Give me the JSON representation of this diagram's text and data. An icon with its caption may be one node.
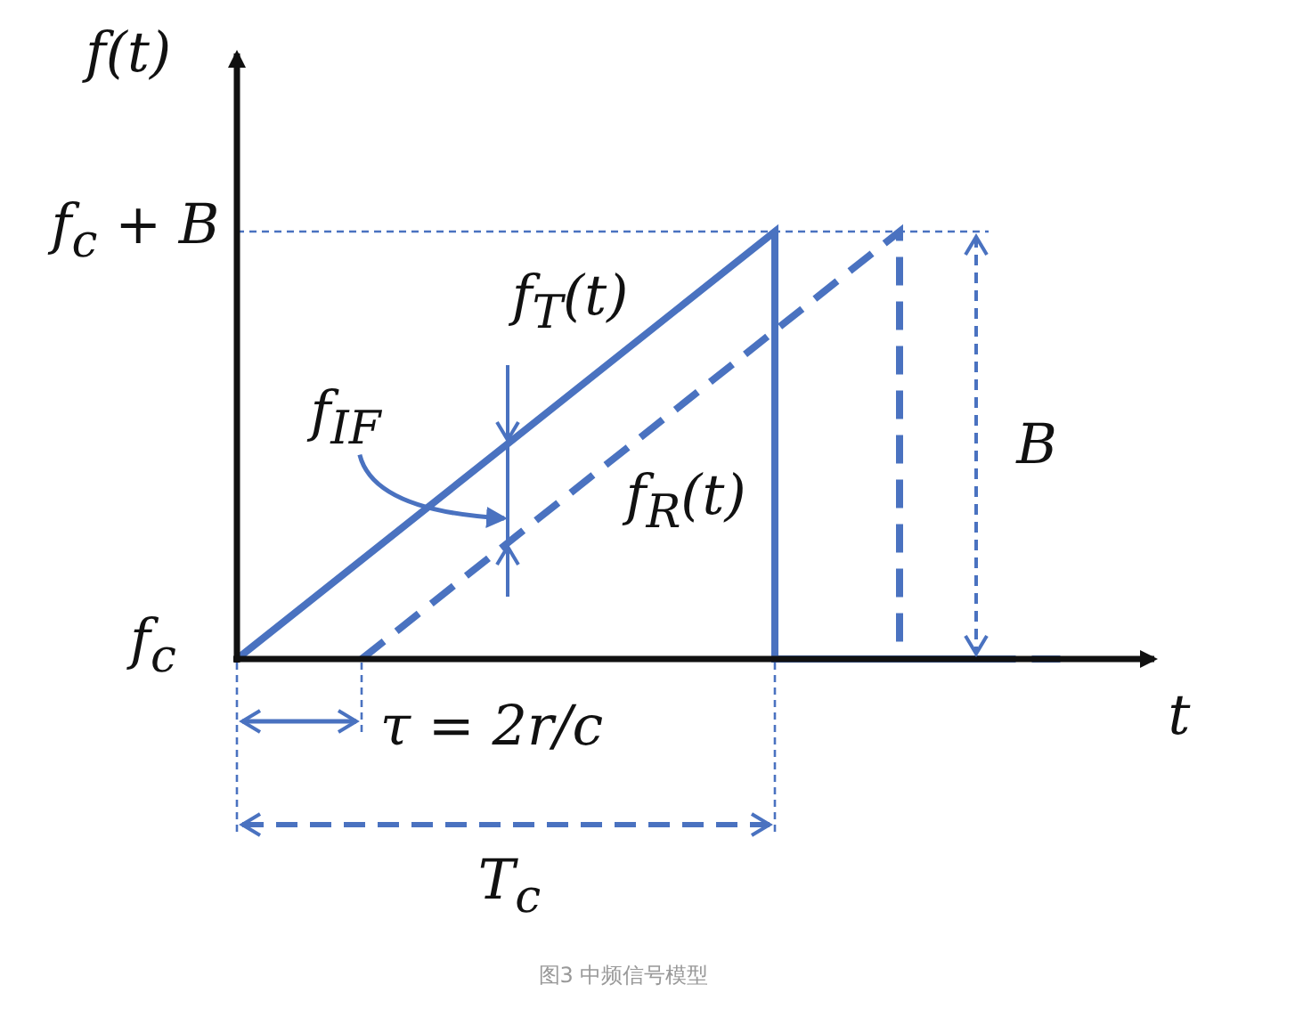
{
  "diagram": {
    "caption": "图3 中频信号模型",
    "nodes": [
      {
        "text": [
          "f$_{IF}$"
        ]
      },
      {
        "text": [],
        "shape": "bar"
      }
    ],
    "edges": [
      {
        "from": 0,
        "to": 1,
        "arrow": "to"
      }
    ],
    "labels": [
      "f(t)",
      "f$_{c}$ + B",
      "f$_{T}$(t)",
      "B",
      "f$_{R}$(t)",
      "f$_{c}$",
      "t",
      "τ = 2r/c",
      "T$_{c}$"
    ]
  }
}
